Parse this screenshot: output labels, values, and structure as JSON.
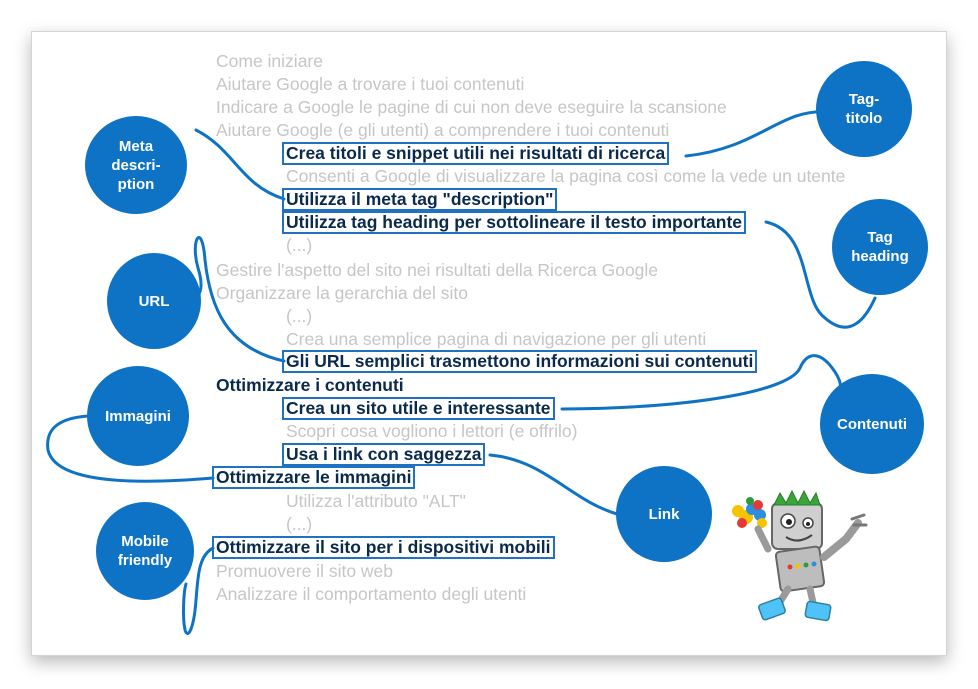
{
  "outline": {
    "line1": "Come iniziare",
    "line2": "Aiutare Google a trovare i tuoi contenuti",
    "line3": "Indicare a Google le pagine di cui non deve eseguire la scansione",
    "line4": "Aiutare Google (e gli utenti) a comprendere i tuoi contenuti",
    "line5": "Crea titoli e snippet utili nei risultati di ricerca",
    "line6": "Consenti a Google di visualizzare la pagina così come la vede un utente",
    "line7": "Utilizza il meta tag \"description\"",
    "line8": "Utilizza tag heading per sottolineare il testo importante",
    "line9": "(...)",
    "line10": "Gestire l'aspetto del sito nei risultati della Ricerca Google",
    "line11": "Organizzare la gerarchia del sito",
    "line12": "(...)",
    "line13": "Crea una semplice pagina di navigazione per gli utenti",
    "line14": "Gli URL semplici trasmettono informazioni sui contenuti",
    "line15": "Ottimizzare i contenuti",
    "line16": "Crea un sito utile e interessante",
    "line17": "Scopri cosa vogliono i lettori (e offrilo)",
    "line18": "Usa i link con saggezza",
    "line19": "Ottimizzare le immagini",
    "line20": "Utilizza l'attributo \"ALT\"",
    "line21": "(...)",
    "line22": "Ottimizzare il sito per i dispositivi mobili",
    "line23": "Promuovere il sito web",
    "line24": "Analizzare il comportamento degli utenti"
  },
  "bubbles": {
    "meta_line1": "Meta",
    "meta_line2": "descri-",
    "meta_line3": "ption",
    "tag_title_line1": "Tag-",
    "tag_title_line2": "titolo",
    "tag_heading_line1": "Tag",
    "tag_heading_line2": "heading",
    "url": "URL",
    "immagini": "Immagini",
    "contenuti": "Contenuti",
    "link": "Link",
    "mobile_line1": "Mobile",
    "mobile_line2": "friendly"
  },
  "colors": {
    "accent": "#0f73c5",
    "highlight_border": "#1f72c2",
    "dark_text": "#0a2a4d",
    "muted_text": "#c6c6c6"
  },
  "mascot_icon": "googlebot-robot-icon"
}
